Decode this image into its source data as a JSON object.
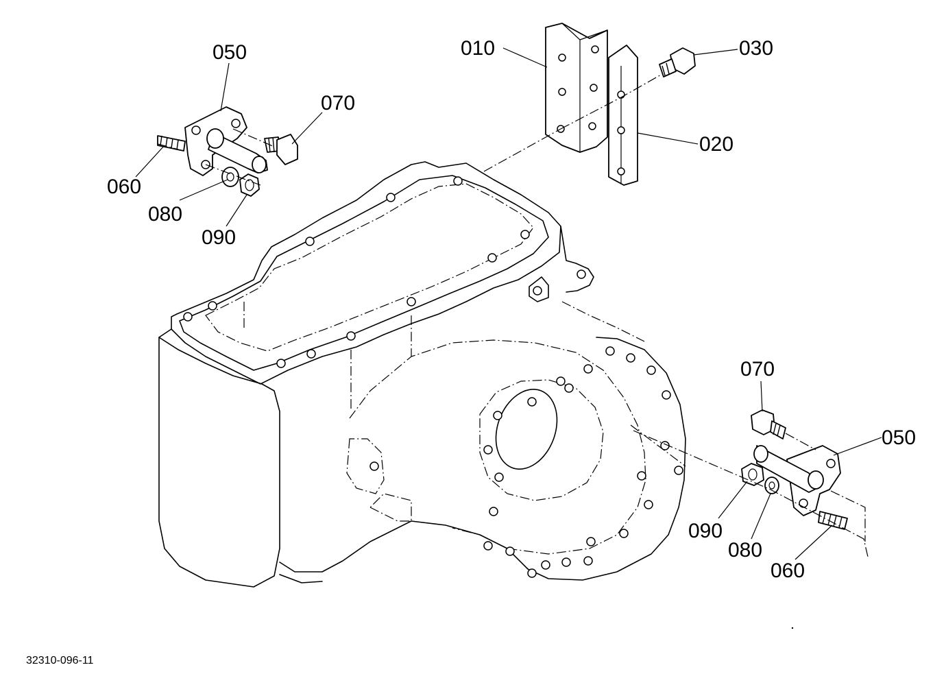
{
  "diagram": {
    "drawing_number": "32310-096-11",
    "callouts": {
      "c010": "010",
      "c020": "020",
      "c030": "030",
      "c050_left": "050",
      "c060_left": "060",
      "c070_left": "070",
      "c080_left": "080",
      "c090_left": "090",
      "c050_right": "050",
      "c060_right": "060",
      "c070_right": "070",
      "c080_right": "080",
      "c090_right": "090"
    }
  }
}
